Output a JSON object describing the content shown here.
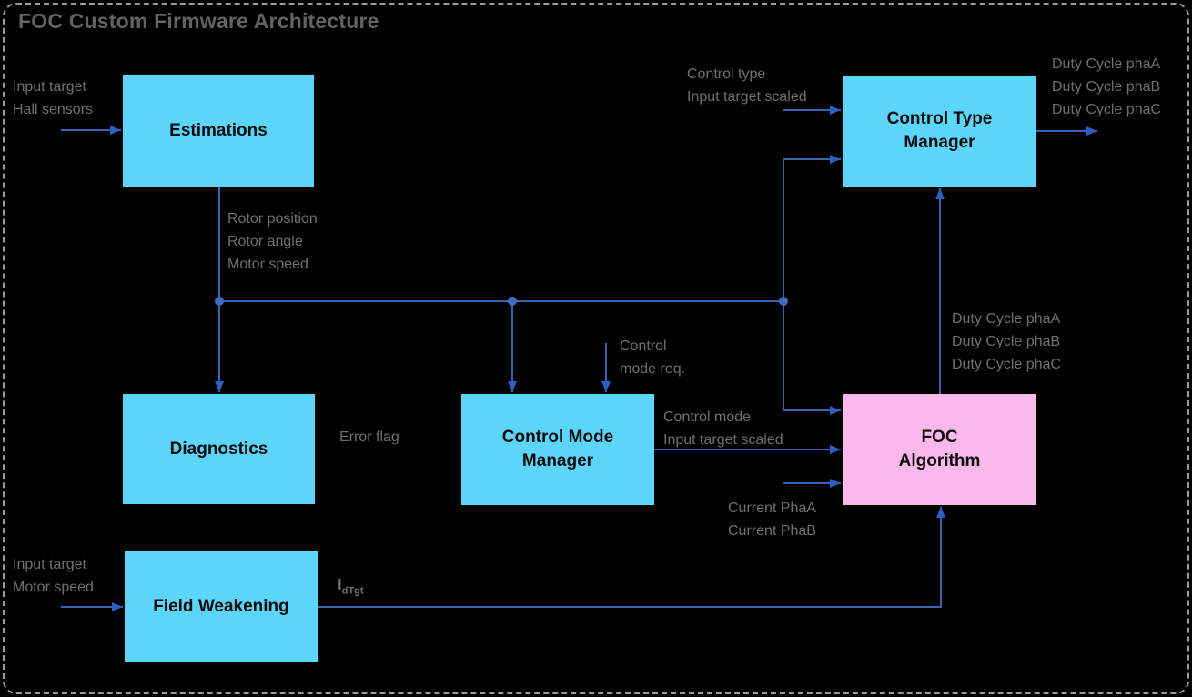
{
  "title": "FOC Custom Firmware Architecture",
  "blocks": {
    "estimations": {
      "lines": [
        "Estimations"
      ]
    },
    "control_type_manager": {
      "lines": [
        "Control Type",
        "Manager"
      ]
    },
    "diagnostics": {
      "lines": [
        "Diagnostics"
      ]
    },
    "control_mode_manager": {
      "lines": [
        "Control Mode",
        "Manager"
      ]
    },
    "foc_algorithm": {
      "lines": [
        "FOC",
        "Algorithm"
      ]
    },
    "field_weakening": {
      "lines": [
        "Field Weakening"
      ]
    }
  },
  "labels": {
    "estimations_inputs": {
      "lines": [
        "Input target",
        "Hall sensors"
      ]
    },
    "rotor_outputs": {
      "lines": [
        "Rotor position",
        "Rotor angle",
        "Motor speed"
      ]
    },
    "ctm_inputs": {
      "lines": [
        "Control type",
        "Input target scaled"
      ]
    },
    "duty_cycle_outputs": {
      "lines": [
        "Duty Cycle phaA",
        "Duty Cycle phaB",
        "Duty Cycle phaC"
      ]
    },
    "control_mode_request": {
      "lines": [
        "Control",
        "mode req."
      ]
    },
    "error_flag": {
      "lines": [
        "Error flag"
      ]
    },
    "duty_cycle_mid": {
      "lines": [
        "Duty Cycle phaA",
        "Duty Cycle phaB",
        "Duty Cycle phaC"
      ]
    },
    "cmm_outputs": {
      "lines": [
        "Control mode",
        "Input target scaled"
      ]
    },
    "current_inputs": {
      "lines": [
        "Current PhaA",
        "Current PhaB"
      ]
    },
    "field_weakening_inputs": {
      "lines": [
        "Input target",
        "Motor speed"
      ]
    },
    "idtgt": {
      "main": "i",
      "sub": "dTgt"
    }
  },
  "colors": {
    "background": "#000000",
    "border_dots": "#9a9a9a",
    "title_text": "#626262",
    "label_text": "#6f6f6f",
    "block_text": "#0b0b0b",
    "block_cyan": "#5cd5fa",
    "block_pink": "#fbb9eb",
    "connector_line": "#3a62ae",
    "arrowhead": "#2d5fc2",
    "junction_dot": "#3f6bc0"
  }
}
